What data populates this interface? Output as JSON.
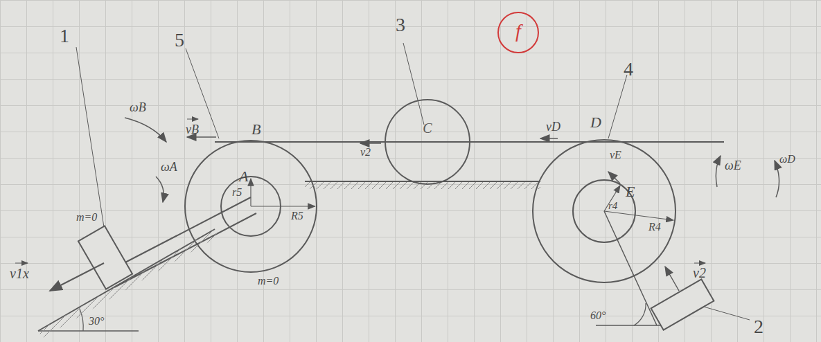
{
  "diagram": {
    "nodes": [
      {
        "text": [
          "f"
        ]
      },
      {
        "text": [
          "C"
        ]
      }
    ],
    "labels": [
      "5",
      "3",
      "4",
      "1",
      "2",
      "ωB",
      "vB",
      "ωA",
      "B",
      "A",
      "r5",
      "R5",
      "m=0",
      "v1x",
      "30°",
      "m=0",
      "v2",
      "vD",
      "D",
      "vE",
      "E",
      "r4",
      "R4",
      "ωE",
      "ωD",
      "v2",
      "60°"
    ]
  }
}
